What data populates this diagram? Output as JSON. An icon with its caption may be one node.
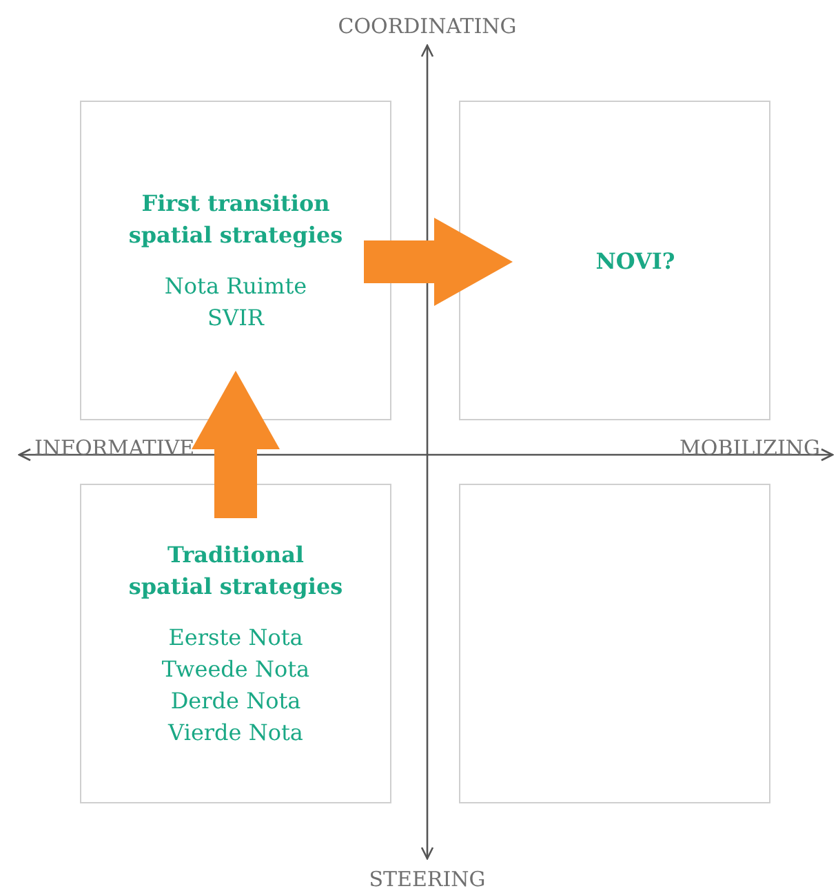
{
  "diagram": {
    "nodes": [
      {
        "text": [
          "First transition spatial strategies",
          "Nota Ruimte",
          "SVIR"
        ]
      },
      {
        "text": [
          "NOVI?"
        ]
      },
      {
        "text": [
          "Traditional spatial strategies",
          "Eerste Nota",
          "Tweede Nota",
          "Derde Nota",
          "Vierde Nota"
        ]
      },
      {
        "text": [],
        "shape": "box"
      }
    ],
    "edges": [
      {
        "from": 2,
        "to": 0,
        "arrow": "to"
      },
      {
        "from": 0,
        "to": 1,
        "arrow": "to"
      }
    ],
    "labels": [
      "COORDINATING",
      "INFORMATIVE",
      "MOBILIZING",
      "STEERING"
    ]
  }
}
